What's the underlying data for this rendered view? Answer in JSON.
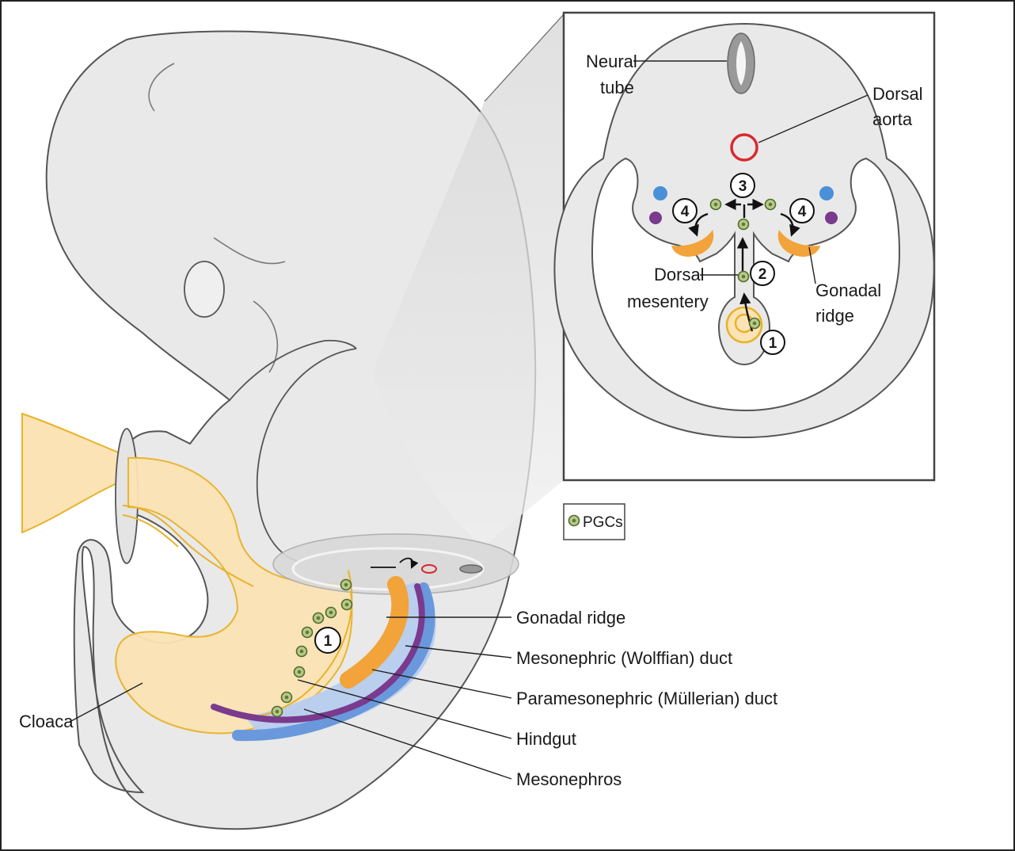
{
  "colors": {
    "tissue": "#e9e9e9",
    "tissue_stroke": "#555555",
    "yellow_fill": "#fbe3b5",
    "yellow_stroke": "#e8b32a",
    "gonad_orange": "#f2a33a",
    "meso_blue": "#6a98dc",
    "meso_light": "#b7cdee",
    "duct_purple": "#7a3a8e",
    "aorta_red": "#d9292e",
    "pgc_green": "#b8c98a"
  },
  "inset": {
    "labels": {
      "neural_tube": [
        "Neural",
        "tube"
      ],
      "dorsal_aorta": [
        "Dorsal",
        "aorta"
      ],
      "dorsal_mesentery": [
        "Dorsal",
        "mesentery"
      ],
      "gonadal_ridge": [
        "Gonadal",
        "ridge"
      ]
    },
    "steps": [
      "1",
      "2",
      "3",
      "4",
      "4"
    ]
  },
  "legend": {
    "pgc_label": "PGCs",
    "pgc_icon": "pgc-cell-icon"
  },
  "embryo": {
    "step_marker": "1",
    "labels": {
      "gonadal_ridge": "Gonadal ridge",
      "mesonephric_duct": "Mesonephric (Wolffian) duct",
      "paramesonephric_duct": "Paramesonephric (Müllerian) duct",
      "hindgut": "Hindgut",
      "mesonephros": "Mesonephros",
      "cloaca": "Cloaca"
    }
  }
}
